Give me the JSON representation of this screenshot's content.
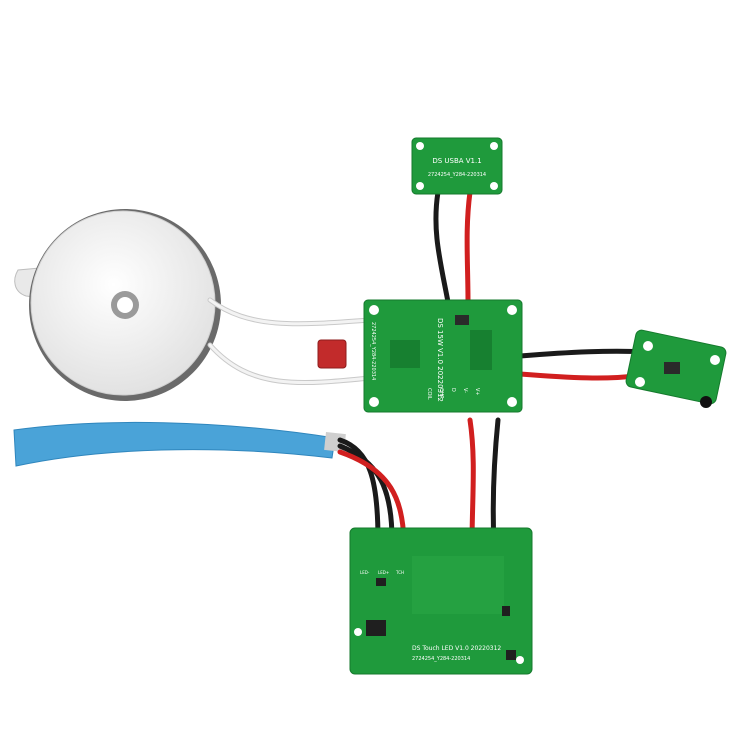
{
  "boards": {
    "usb": {
      "label": "DS USBA V1.1",
      "code": "2724254_Y284-220314"
    },
    "main": {
      "label": "DS 15W V1.0 20220312",
      "code": "2724254_Y284-220314",
      "pins": [
        "COIL",
        "CHR",
        "D",
        "V-",
        "V+"
      ]
    },
    "touch": {
      "label": "DS Touch LED V1.0 20220312",
      "code": "2724254_Y284-220314",
      "pins": [
        "LED-",
        "LED+",
        "TCH"
      ]
    }
  },
  "colors": {
    "pcb": "#1f9a3c",
    "pcb_dark": "#178030",
    "wire_red": "#d11f1f",
    "wire_black": "#1a1a1a",
    "tape_blue": "#4aa3d8",
    "coil_pad": "#f1f1f1",
    "capacitor": "#c22b2b"
  }
}
